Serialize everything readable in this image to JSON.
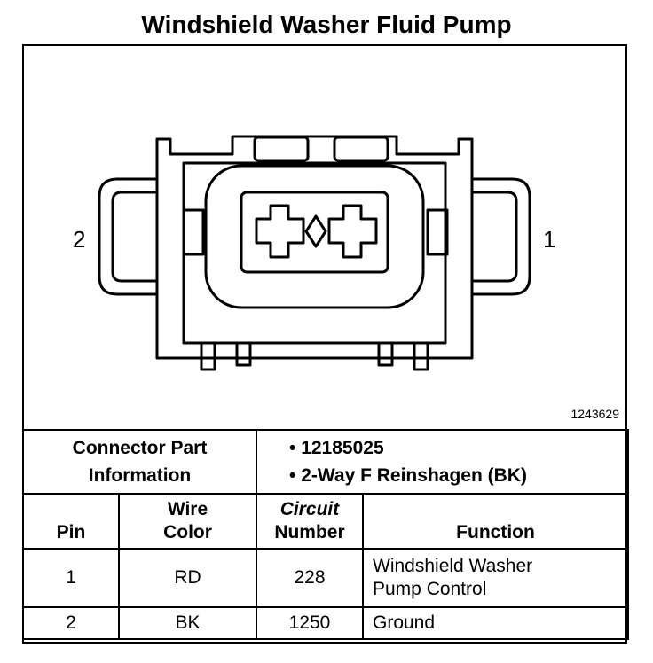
{
  "title": "Windshield Washer Fluid Pump",
  "figure_id": "1243629",
  "pin_labels": {
    "left": "2",
    "right": "1"
  },
  "connector_info": {
    "label_line1": "Connector Part",
    "label_line2": "Information",
    "items": [
      "12185025",
      "2-Way F Reinshagen (BK)"
    ]
  },
  "table": {
    "headers": {
      "pin": "Pin",
      "wire_color_line1": "Wire",
      "wire_color_line2": "Color",
      "circuit_line1": "Circuit",
      "circuit_line2": "Number",
      "function": "Function"
    },
    "rows": [
      {
        "pin": "1",
        "wire_color": "RD",
        "circuit": "228",
        "function_line1": "Windshield Washer",
        "function_line2": "Pump Control"
      },
      {
        "pin": "2",
        "wire_color": "BK",
        "circuit": "1250",
        "function_line1": "Ground",
        "function_line2": ""
      }
    ]
  }
}
